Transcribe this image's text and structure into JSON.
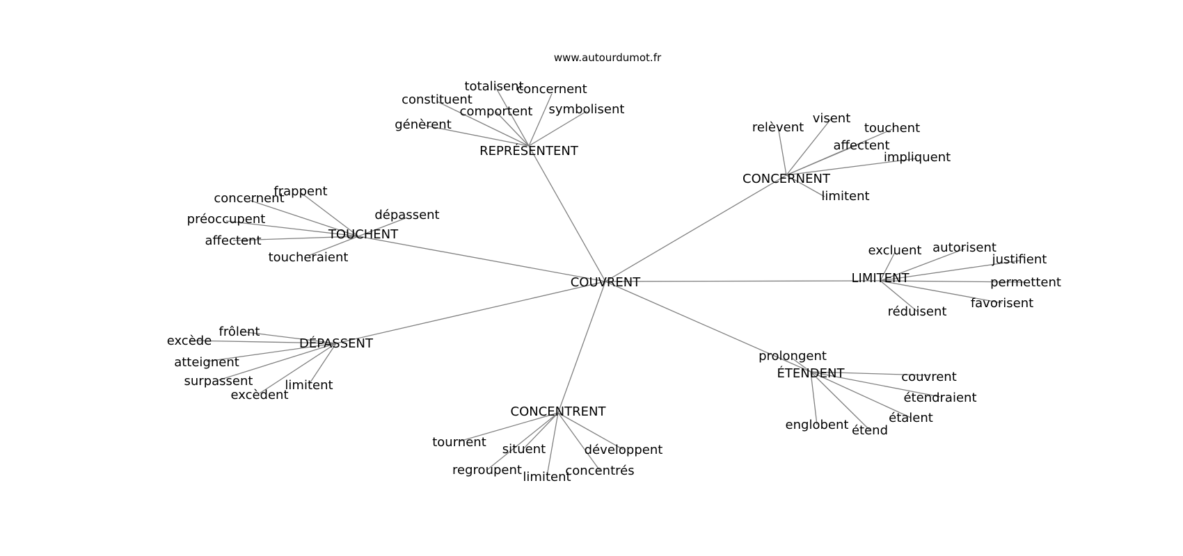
{
  "site": "www.autourdumot.fr",
  "center": "COUVRENT",
  "clusters": [
    {
      "hub": "REPRÉSENTENT",
      "leaves": [
        "totalisent",
        "concernent",
        "constituent",
        "comportent",
        "symbolisent",
        "génèrent"
      ]
    },
    {
      "hub": "CONCERNENT",
      "leaves": [
        "relèvent",
        "visent",
        "touchent",
        "affectent",
        "impliquent",
        "limitent"
      ]
    },
    {
      "hub": "TOUCHENT",
      "leaves": [
        "frappent",
        "concernent",
        "dépassent",
        "préoccupent",
        "affectent",
        "toucheraient"
      ]
    },
    {
      "hub": "LIMITENT",
      "leaves": [
        "excluent",
        "autorisent",
        "justifient",
        "permettent",
        "favorisent",
        "réduisent"
      ]
    },
    {
      "hub": "DÉPASSENT",
      "leaves": [
        "frôlent",
        "excède",
        "atteignent",
        "surpassent",
        "excèdent",
        "limitent"
      ]
    },
    {
      "hub": "ÉTENDENT",
      "leaves": [
        "prolongent",
        "couvrent",
        "étendraient",
        "étalent",
        "englobent",
        "étend"
      ]
    },
    {
      "hub": "CONCENTRENT",
      "leaves": [
        "tournent",
        "situent",
        "regroupent",
        "limitent",
        "concentrés",
        "développent"
      ]
    }
  ]
}
